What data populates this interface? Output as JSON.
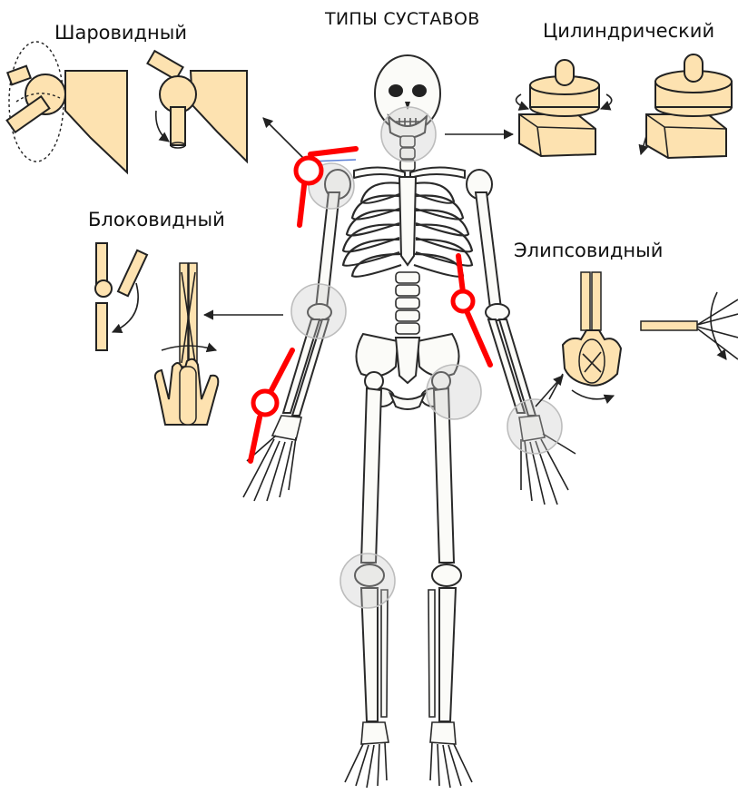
{
  "title": "ТИПЫ СУСТАВОВ",
  "labels": {
    "ball": "Шаровидный",
    "cylindrical": "Цилиндрический",
    "hinge": "Блоковидный",
    "ellipsoid": "Элипсовидный"
  },
  "colors": {
    "model_fill": "#fde2b0",
    "marker": "#ff0000",
    "joint_highlight": "#cccccc",
    "outline": "#222222"
  }
}
